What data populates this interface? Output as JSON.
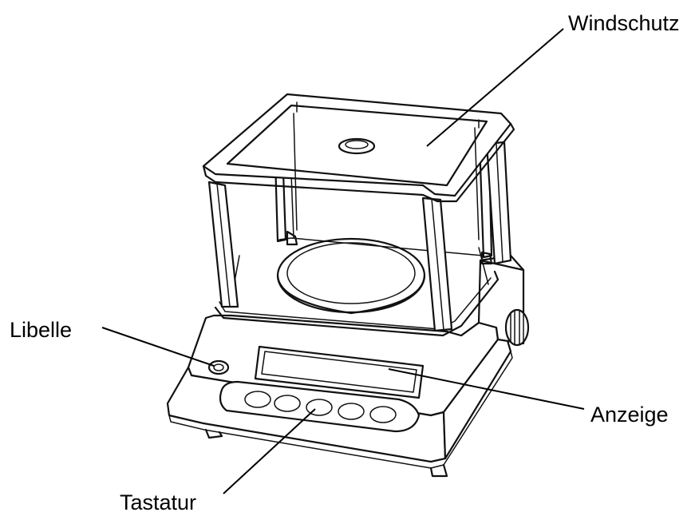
{
  "labels": {
    "windschutz": "Windschutz",
    "libelle": "Libelle",
    "anzeige": "Anzeige",
    "tastatur": "Tastatur"
  },
  "colors": {
    "ink": "#111111",
    "background": "#ffffff"
  }
}
